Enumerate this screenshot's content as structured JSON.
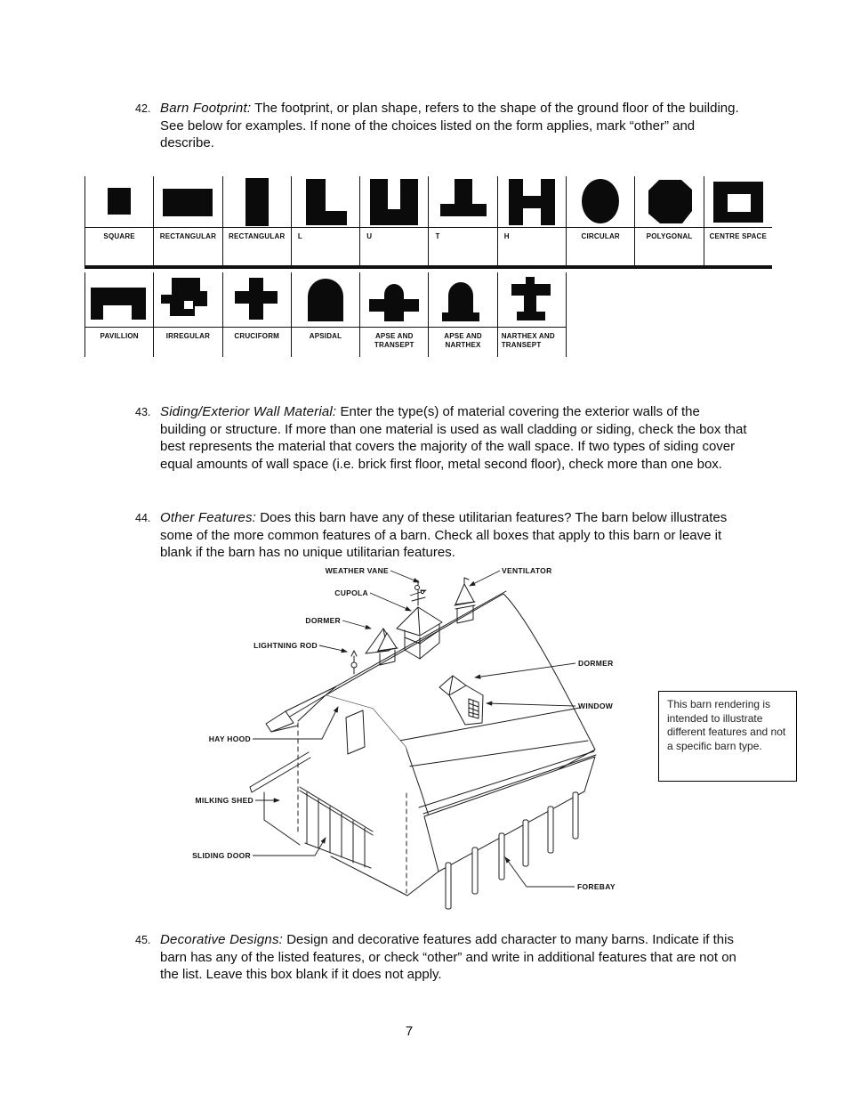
{
  "page": {
    "number": "7"
  },
  "items": [
    {
      "number": "42.",
      "lead": "Barn Footprint:",
      "text": "The footprint, or plan shape, refers to the shape of the ground floor of the building.  See below for examples.  If none of the choices listed on the form applies, mark “other” and describe."
    },
    {
      "number": "43.",
      "lead": "Siding/Exterior Wall Material:",
      "text": "Enter the type(s) of material covering the exterior walls of the building or structure.  If more than one material is used as wall cladding or siding, check the box that best represents the material that covers the majority of the wall space.  If two types of siding cover equal amounts of wall space (i.e. brick first floor, metal second floor), check more than one box."
    },
    {
      "number": "44.",
      "lead": "Other Features:",
      "text": "Does this barn have any of these utilitarian features?  The barn below illustrates some of the more common features of a barn.  Check all boxes that apply to this barn or leave it blank if the barn has no unique utilitarian features."
    },
    {
      "number": "45.",
      "lead": "Decorative Designs:",
      "text": "Design and decorative features add character to many barns.  Indicate if this barn has any of the listed features, or check “other” and write in additional features that are not on the list.  Leave this box blank if it does not apply."
    }
  ],
  "footprint_table": {
    "row1_labels": [
      "SQUARE",
      "RECTANGULAR",
      "RECTANGULAR",
      "L",
      "U",
      "T",
      "H",
      "CIRCULAR",
      "POLYGONAL",
      "CENTRE SPACE"
    ],
    "row2_labels": [
      "PAVILLION",
      "IRREGULAR",
      "CRUCIFORM",
      "APSIDAL",
      "APSE AND TRANSEPT",
      "APSE AND NARTHEX",
      "NARTHEX AND TRANSEPT"
    ]
  },
  "barn_diagram": {
    "labels": {
      "weather_vane": "WEATHER VANE",
      "ventilator": "VENTILATOR",
      "cupola": "CUPOLA",
      "dormer_left": "DORMER",
      "lightning_rod": "LIGHTNING ROD",
      "dormer_right": "DORMER",
      "window": "WINDOW",
      "hay_hood": "HAY HOOD",
      "milking_shed": "MILKING SHED",
      "sliding_door": "SLIDING DOOR",
      "forebay": "FOREBAY"
    },
    "note": "This barn rendering is intended to illustrate different features and not a specific barn type."
  }
}
